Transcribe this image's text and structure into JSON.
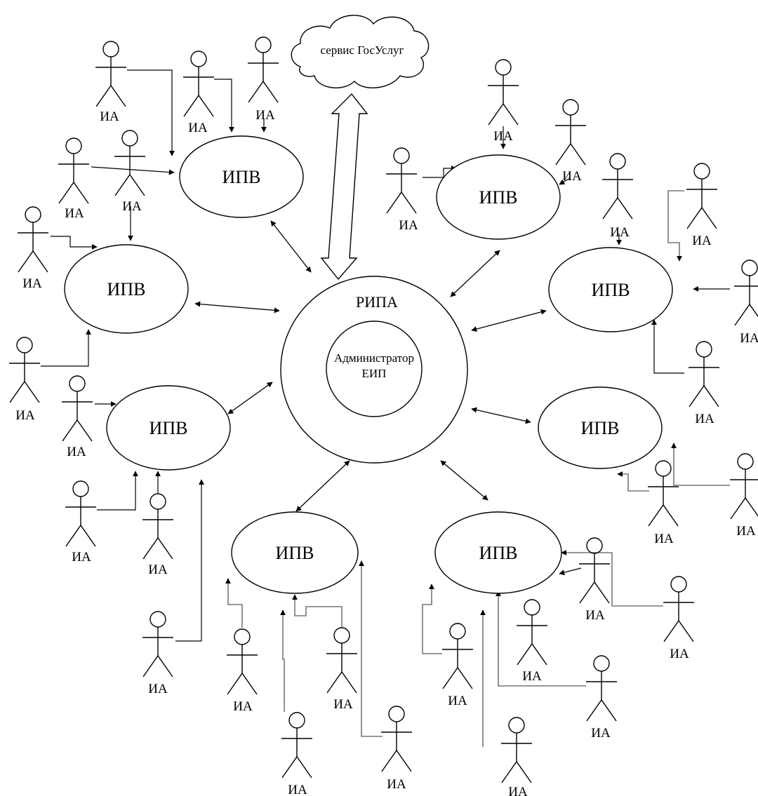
{
  "diagram": {
    "actor_label": "ИА",
    "node_label": "ИПВ",
    "center_label": "РИПА",
    "admin_line1": "Администратор",
    "admin_line2": "ЕИП",
    "cloud_label": "сервис ГосУслуг"
  }
}
